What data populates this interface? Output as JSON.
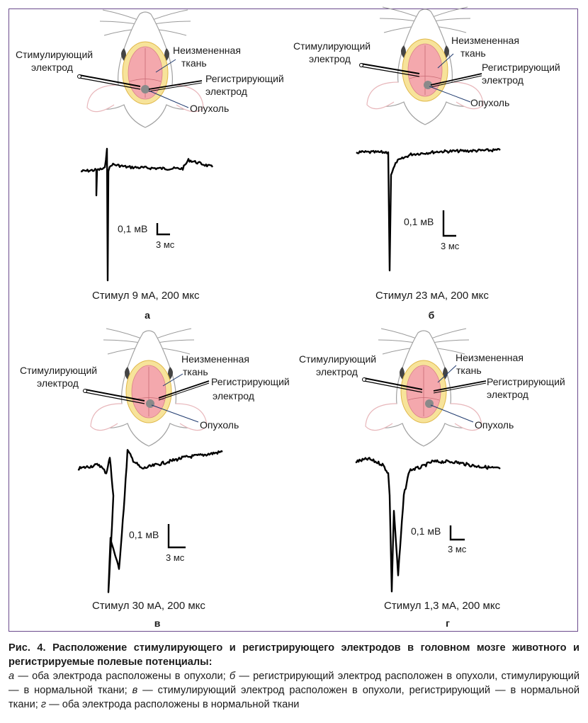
{
  "panels": [
    {
      "letter": "а",
      "stim_label": "Стимулирующий",
      "stim_label2": "электрод",
      "intact_label": "Неизмененная",
      "intact_label2": "ткань",
      "rec_label": "Регистрирующий",
      "rec_label2": "электрод",
      "tumor_label": "Опухоль",
      "scale_v": "0,1 мВ",
      "scale_t": "3 мс",
      "stimulus": "Стимул 9 мА, 200 мкс"
    },
    {
      "letter": "б",
      "stim_label": "Стимулирующий",
      "stim_label2": "электрод",
      "intact_label": "Неизмененная",
      "intact_label2": "ткань",
      "rec_label": "Регистрирующий",
      "rec_label2": "электрод",
      "tumor_label": "Опухоль",
      "scale_v": "0,1 мВ",
      "scale_t": "3 мс",
      "stimulus": "Стимул 23 мА, 200 мкс"
    },
    {
      "letter": "в",
      "stim_label": "Стимулирующий",
      "stim_label2": "электрод",
      "intact_label": "Неизмененная",
      "intact_label2": "ткань",
      "rec_label": "Регистрирующий",
      "rec_label2": "электрод",
      "tumor_label": "Опухоль",
      "scale_v": "0,1 мВ",
      "scale_t": "3 мс",
      "stimulus": "Стимул 30 мА, 200 мкс"
    },
    {
      "letter": "г",
      "stim_label": "Стимулирующий",
      "stim_label2": "электрод",
      "intact_label": "Неизмененная",
      "intact_label2": "ткань",
      "rec_label": "Регистрирующий",
      "rec_label2": "электрод",
      "tumor_label": "Опухоль",
      "scale_v": "0,1 мВ",
      "scale_t": "3 мс",
      "stimulus": "Стимул 1,3 мА, 200 мкс"
    }
  ],
  "caption": {
    "title": "Рис. 4. Расположение стимулирующего и регистрирующего электродов в головном мозге животного и регистрируемые полевые потенциалы:",
    "a_letter": "а",
    "a_text": " — оба электрода расположены в опухоли; ",
    "b_letter": "б",
    "b_text": " — регистрирующий электрод расположен в опухоли, стимулирующий — в нормальной ткани; ",
    "v_letter": "в",
    "v_text": " — стимулирующий электрод расположен в опухоли, регистрирующий — в нормальной ткани; ",
    "g_letter": "г",
    "g_text": " — оба электрода расположены в нормальной ткани"
  },
  "colors": {
    "frame": "#6a4a8c",
    "brain": "#f4a8ad",
    "skull": "#f7e39a",
    "skull_edge": "#e0b84a",
    "tumor": "#8a8a8a",
    "leader": "#1f3a6e",
    "trace": "#000000"
  }
}
